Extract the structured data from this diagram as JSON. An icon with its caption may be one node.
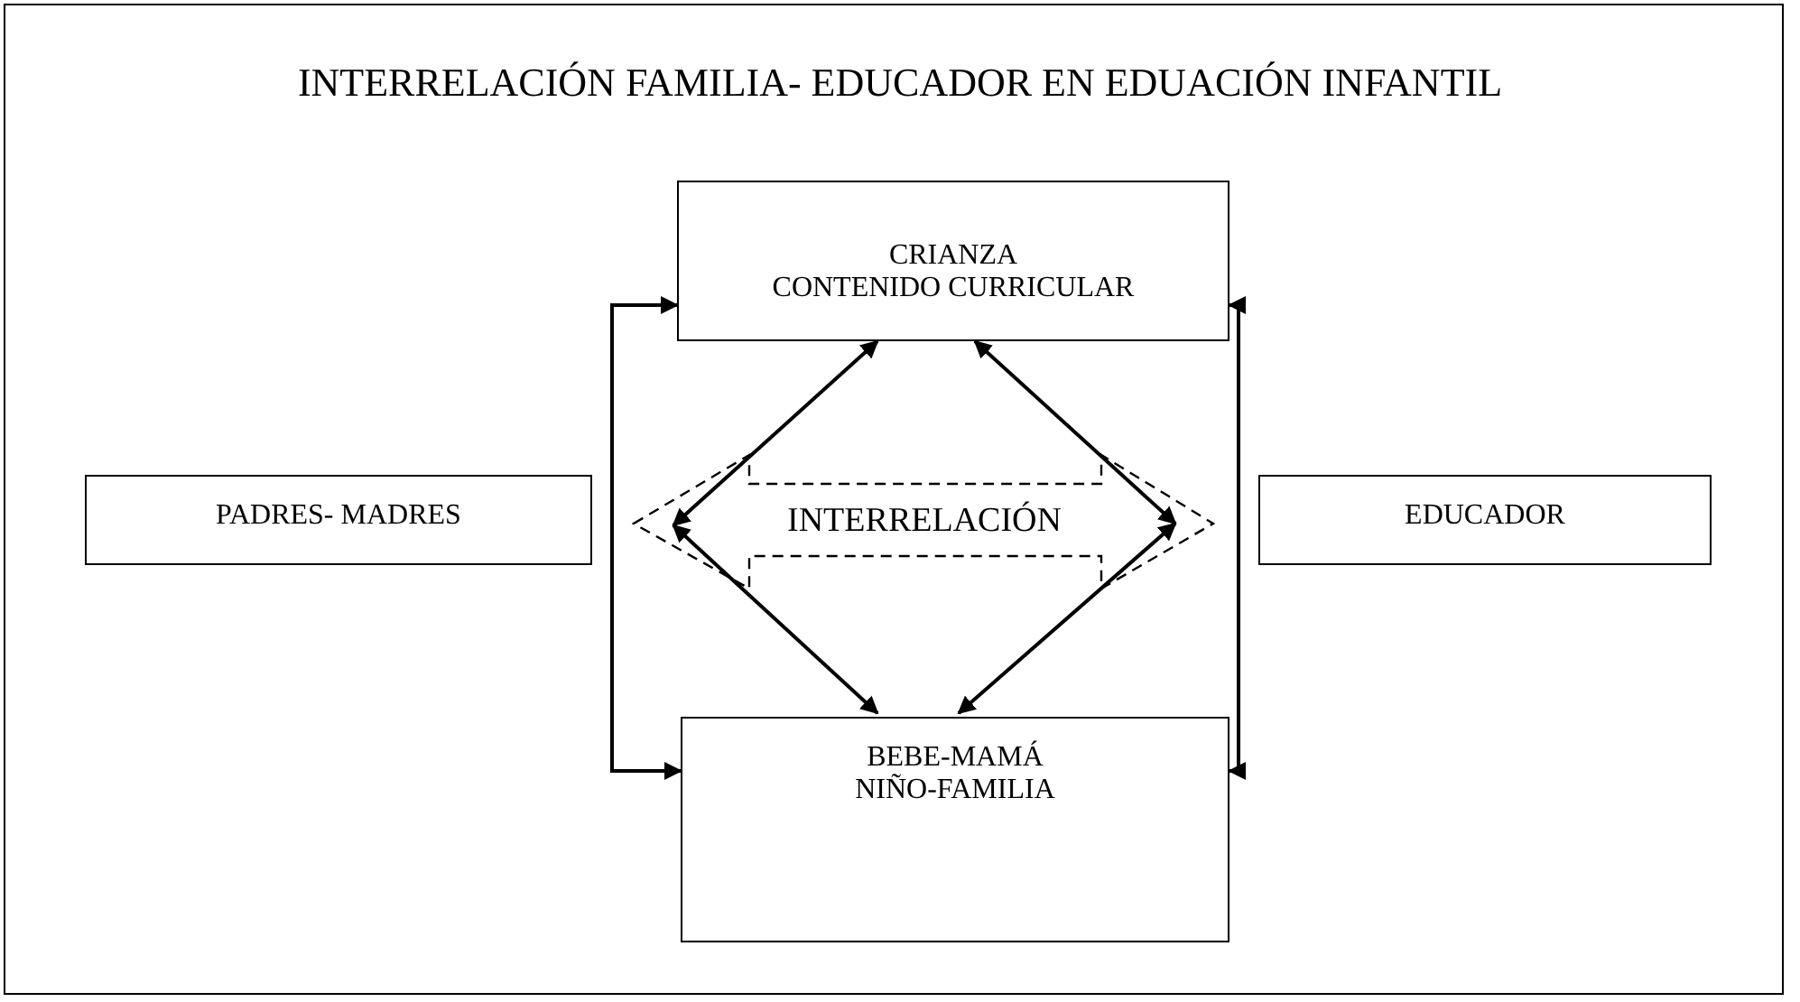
{
  "diagram": {
    "title": "INTERRELACIÓN FAMILIA- EDUCADOR EN EDUACIÓN INFANTIL",
    "nodes": [
      {
        "text": [
          "CRIANZA",
          "CONTENIDO CURRICULAR"
        ]
      },
      {
        "text": [
          "PADRES- MADRES"
        ]
      },
      {
        "text": [
          "INTERRELACIÓN"
        ]
      },
      {
        "text": [
          "EDUCADOR"
        ]
      },
      {
        "text": [
          "BEBE-MAMÁ",
          "NIÑO-FAMILIA"
        ]
      }
    ],
    "edges": [
      {
        "from": 2,
        "to": 0,
        "arrow": "both"
      },
      {
        "from": 2,
        "to": 4,
        "arrow": "both"
      },
      {
        "from": 0,
        "to": 4,
        "arrow": "both"
      },
      {
        "from": 0,
        "to": 4,
        "arrow": "both"
      },
      {
        "from": 2,
        "to": 0,
        "arrow": "both"
      },
      {
        "from": 2,
        "to": 4,
        "arrow": "both"
      }
    ]
  }
}
